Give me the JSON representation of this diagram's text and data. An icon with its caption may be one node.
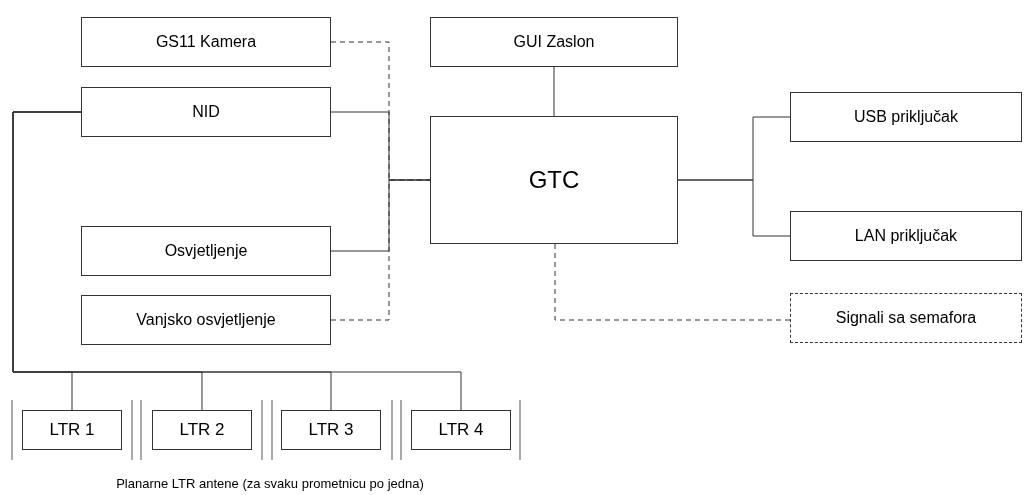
{
  "diagram": {
    "caption": "Planarne LTR antene (za svaku prometnicu po jedna)",
    "nodes": [
      {
        "text": [
          "GS11 Kamera"
        ]
      },
      {
        "text": [
          "GUI Zaslon"
        ]
      },
      {
        "text": [
          "NID"
        ]
      },
      {
        "text": [
          "USB priključak"
        ]
      },
      {
        "text": [
          "GTC"
        ]
      },
      {
        "text": [
          "Osvjetljenje"
        ]
      },
      {
        "text": [
          "LAN priključak"
        ]
      },
      {
        "text": [
          "Vanjsko osvjetljenje"
        ]
      },
      {
        "text": [
          "Signali sa semafora"
        ]
      },
      {
        "text": [
          "LTR 1"
        ]
      },
      {
        "text": [
          "LTR 2"
        ]
      },
      {
        "text": [
          "LTR 3"
        ]
      },
      {
        "text": [
          "LTR 4"
        ]
      }
    ],
    "edges": [
      {
        "from": 0,
        "to": 4,
        "arrow": "none",
        "style": "dashed"
      },
      {
        "from": 2,
        "to": 4,
        "arrow": "none"
      },
      {
        "from": 5,
        "to": 4,
        "arrow": "none"
      },
      {
        "from": 7,
        "to": 4,
        "arrow": "none",
        "style": "dashed"
      },
      {
        "from": 1,
        "to": 4,
        "arrow": "none"
      },
      {
        "from": 4,
        "to": 3,
        "arrow": "none"
      },
      {
        "from": 4,
        "to": 6,
        "arrow": "none"
      },
      {
        "from": 4,
        "to": 8,
        "arrow": "none",
        "style": "dashed"
      },
      {
        "from": 2,
        "to": 9,
        "arrow": "none"
      },
      {
        "from": 2,
        "to": 10,
        "arrow": "none"
      },
      {
        "from": 2,
        "to": 11,
        "arrow": "none"
      },
      {
        "from": 2,
        "to": 12,
        "arrow": "none"
      }
    ]
  }
}
